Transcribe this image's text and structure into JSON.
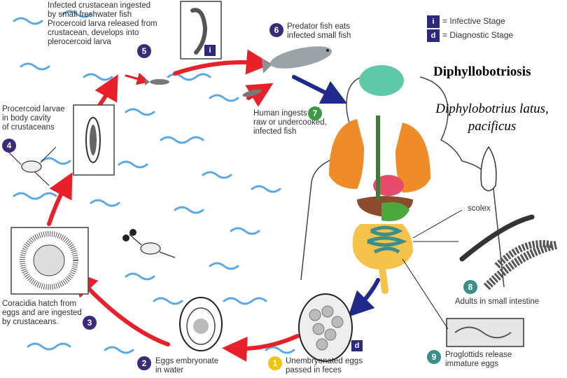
{
  "diagram": {
    "title": "Diphyllobotriosis",
    "species_line1": "Diphylobotrius latus,",
    "species_line2": "pacificus",
    "legend": {
      "infective": {
        "symbol": "i",
        "label": "= Infective Stage"
      },
      "diagnostic": {
        "symbol": "d",
        "label": "= Diagnostic Stage"
      }
    },
    "steps": [
      {
        "num": "1",
        "text": "Unembryonated eggs\npassed in feces"
      },
      {
        "num": "2",
        "text": "Eggs embryonate\nin water"
      },
      {
        "num": "3",
        "text": "Coracidia hatch from\neggs and are ingested\nby crustaceans."
      },
      {
        "num": "4",
        "text": "Procercoid larvae\nin body cavity\nof crustaceans"
      },
      {
        "num": "5",
        "text": "Infected crustacean ingested\nby small freshwater fish\nProcercoid larva released from\ncrustacean, develops into\nplerocercoid larva"
      },
      {
        "num": "6",
        "text": "Predator fish eats\ninfected small fish"
      },
      {
        "num": "7",
        "text": "Human ingests\nraw or undercooked,\ninfected fish"
      },
      {
        "num": "8",
        "text": "Adults in small intestine"
      },
      {
        "num": "9",
        "text": "Proglottids release\nimmature eggs"
      }
    ],
    "scolex_label": "scolex",
    "stage_marker_infective": "i",
    "stage_marker_diagnostic": "d"
  }
}
